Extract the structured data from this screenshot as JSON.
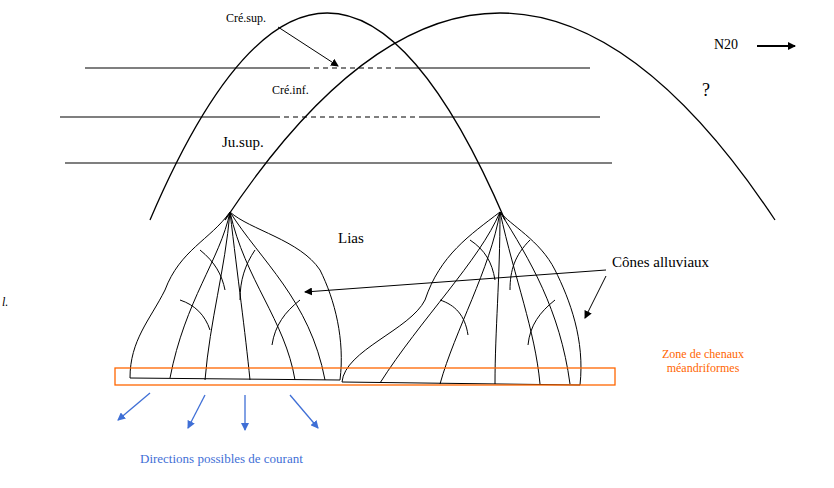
{
  "diagram": {
    "labels": [
      "Cré.sup.",
      "Cré.inf.",
      "Ju.sup.",
      "Lias",
      "N20",
      "?",
      "Cônes alluviaux",
      "Zone de chenaux méandriformes",
      "Directions possibles de courant",
      "l."
    ]
  }
}
